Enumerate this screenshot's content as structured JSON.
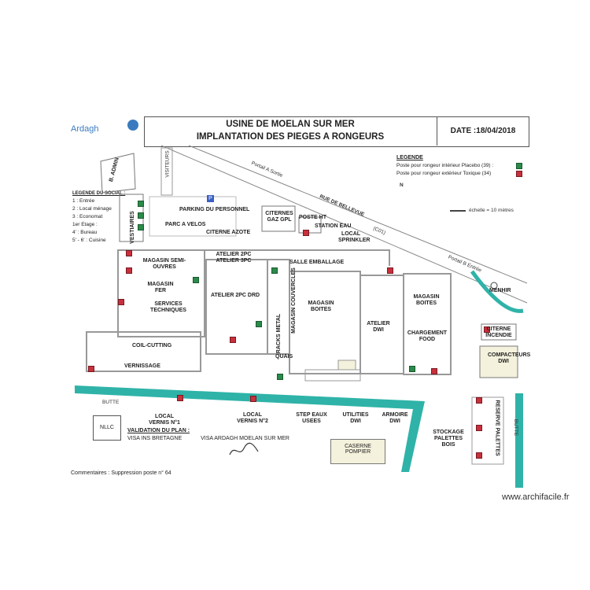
{
  "header": {
    "logo_text": "Ardagh",
    "title_line1": "USINE DE MOELAN SUR MER",
    "title_line2": "IMPLANTATION DES PIEGES A RONGEURS",
    "date": "DATE :18/04/2018"
  },
  "legend": {
    "title": "LEGENDE",
    "interior": "Poste pour rongeur intérieur Placebo (39) :",
    "exterior": "Poste pour rongeur extérieur Toxique (34)",
    "north": "N",
    "scale": "échelle = 10 mètres",
    "interior_color": "#2b8a4a",
    "exterior_color": "#c7303c"
  },
  "social_legend": {
    "title": "LEGENDE DU SOCIAL :",
    "items": [
      "1 : Entrée",
      "2 : Local ménage",
      "3  : Economat",
      "1er Etage :",
      "4'   : Bureau",
      "5' - 6' : Cuisine"
    ]
  },
  "roads": {
    "portail_a": "Portail A Sortie",
    "rue": "RUE DE BELLEVUE",
    "c01": "(C01)",
    "portail_b": "Portail B Entrée",
    "visiteurs": "VISITEURS",
    "butte_left": "BUTTE",
    "butte_right": "BUTTE"
  },
  "areas": {
    "b_admin": "B. ADMIN",
    "parking": "PARKING DU PERSONNEL",
    "parking_icon": "P",
    "parc_velos": "PARC A VELOS",
    "vestiaires": "VESTIAIRES",
    "citerne_azote": "CITERNE AZOTE",
    "citernes_gaz": "CITERNES GAZ GPL",
    "poste_ht": "POSTE HT",
    "station_eau": "STATION EAU",
    "local_sprinkler": "LOCAL SPRINKLER",
    "atelier_2pc": "ATELIER 2PC ATELIER 3PC",
    "salle_emballage": "SALLE EMBALLAGE",
    "magasin_semi": "MAGASIN SEMI-OUVRES",
    "magasin_fer": "MAGASIN FER",
    "services_tech": "SERVICES TECHNIQUES",
    "atelier_2pc_drd": "ATELIER 2PC DRD",
    "magasin_couvercles": "MAGASIN COUVERCLES",
    "racks_metal": "RACKS METAL",
    "magasin_boites_center": "MAGASIN BOITES",
    "atelier_dwi": "ATELIER DWI",
    "magasin_boites_right": "MAGASIN BOITES",
    "chargement_food": "CHARGEMENT FOOD",
    "menhir": "MENHIR",
    "citerne_incendie": "CITERNE INCENDIE",
    "compacteurs": "COMPACTEURS DWI",
    "coil_cutting": "COIL-CUTTING",
    "vernissage": "VERNISSAGE",
    "quais": "QUAIS",
    "local_vernis_1": "LOCAL VERNIS N°1",
    "local_vernis_2": "LOCAL VERNIS N°2",
    "step": "STEP EAUX USEES",
    "utilities": "UTILITIES DWI",
    "armoire": "ARMOIRE DWI",
    "caserne": "CASERNE POMPIER",
    "stockage": "STOCKAGE PALETTES BOIS",
    "reserve_palettes": "RESERVE PALETTES",
    "nllc": "NLLC"
  },
  "validation": {
    "title": "VALIDATION DU PLAN :",
    "visa1": "VISA INS BRETAGNE",
    "visa2": "VISA ARDAGH MOELAN SUR MER"
  },
  "comments": "Commentaires : Suppression poste n° 64",
  "watermark": "www.archifacile.fr"
}
